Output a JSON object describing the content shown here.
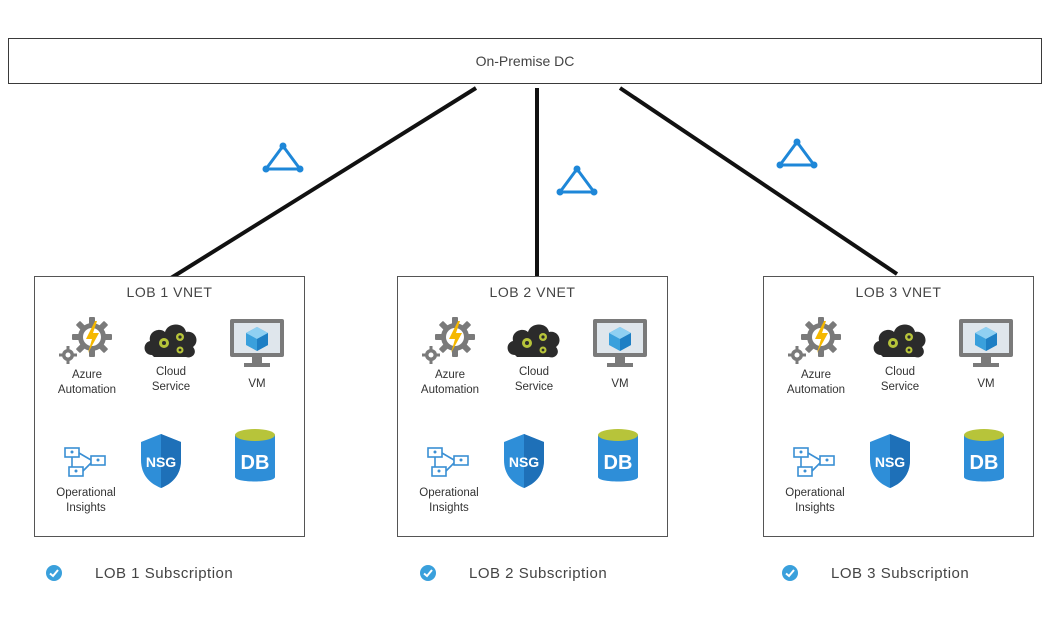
{
  "on_premise": {
    "label": "On-Premise DC"
  },
  "vnets": [
    {
      "title": "LOB 1 VNET",
      "services": {
        "automation": [
          "Azure",
          "Automation"
        ],
        "cloud": [
          "Cloud",
          "Service"
        ],
        "vm": "VM",
        "insights": [
          "Operational",
          "Insights"
        ],
        "nsg": "NSG",
        "db": "DB"
      },
      "subscription": "LOB 1 Subscription"
    },
    {
      "title": "LOB 2 VNET",
      "services": {
        "automation": [
          "Azure",
          "Automation"
        ],
        "cloud": [
          "Cloud",
          "Service"
        ],
        "vm": "VM",
        "insights": [
          "Operational",
          "Insights"
        ],
        "nsg": "NSG",
        "db": "DB"
      },
      "subscription": "LOB 2 Subscription"
    },
    {
      "title": "LOB 3 VNET",
      "services": {
        "automation": [
          "Azure",
          "Automation"
        ],
        "cloud": [
          "Cloud",
          "Service"
        ],
        "vm": "VM",
        "insights": [
          "Operational",
          "Insights"
        ],
        "nsg": "NSG",
        "db": "DB"
      },
      "subscription": "LOB 3 Subscription"
    }
  ],
  "colors": {
    "azure_blue": "#1e87d8",
    "db_blue": "#3a8fd4",
    "gear_gray": "#7a7a7a",
    "bolt_yellow": "#f5b800",
    "line": "#111111"
  }
}
